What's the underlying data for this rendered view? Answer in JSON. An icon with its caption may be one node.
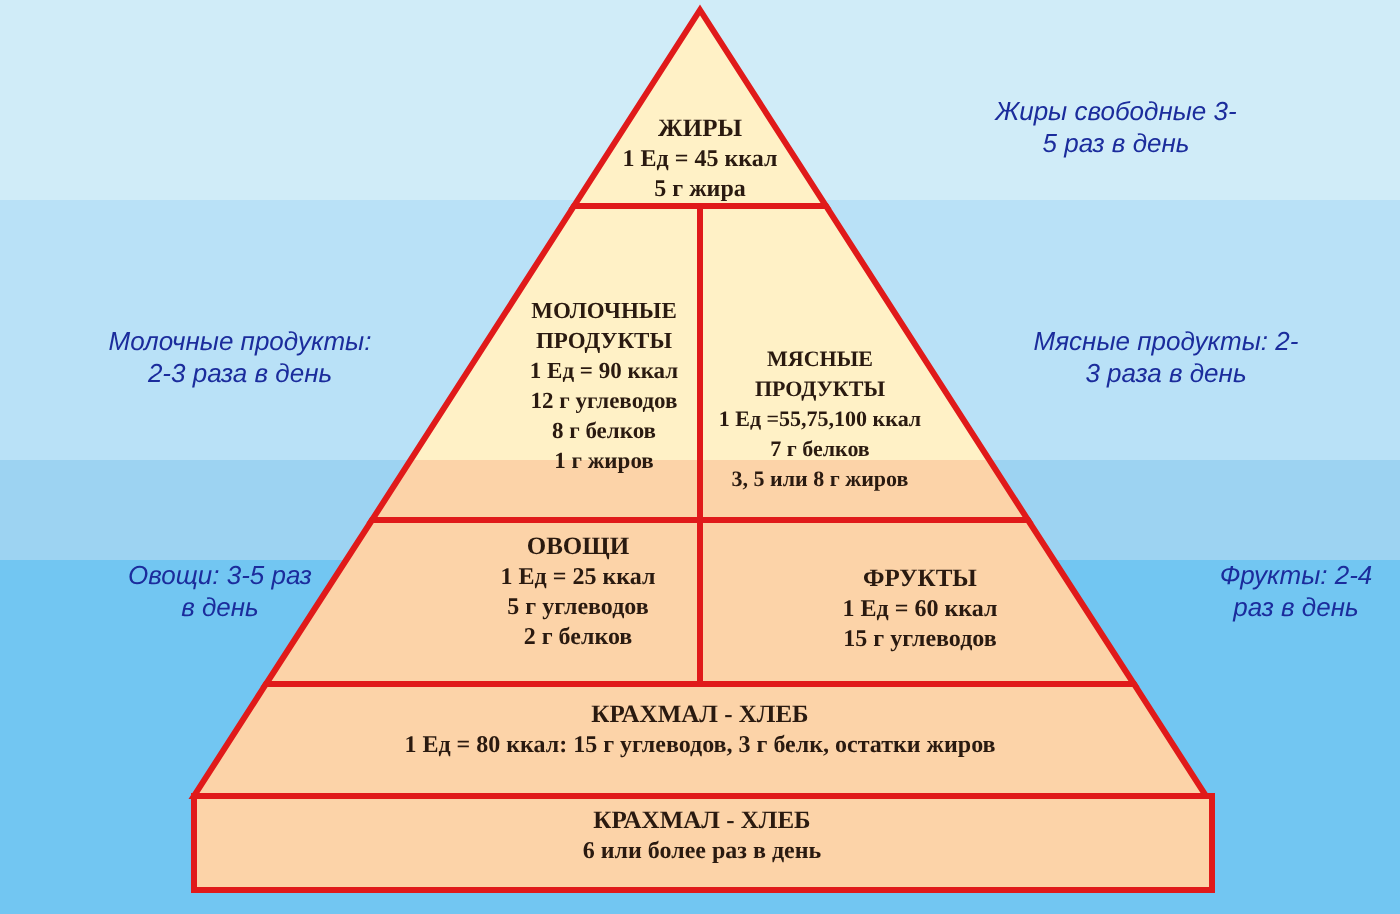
{
  "diagram": {
    "nodes": [
      {
        "text": [
          "ЖИРЫ",
          "1 Ед = 45 ккал",
          "5 г жира"
        ]
      },
      {
        "text": [
          "МОЛОЧНЫЕ ПРОДУКТЫ",
          "1 Ед = 90 ккал",
          "12 г углеводов",
          "8 г белков",
          "1 г жиров"
        ]
      },
      {
        "text": [
          "МЯСНЫЕ ПРОДУКТЫ",
          "1 Ед =55,75,100 ккал",
          "7 г белков",
          "3, 5 или 8 г жиров"
        ]
      },
      {
        "text": [
          "ОВОЩИ",
          "1 Ед = 25 ккал",
          "5 г углеводов",
          "2 г белков"
        ]
      },
      {
        "text": [
          "ФРУКТЫ",
          "1 Ед = 60 ккал",
          "15 г углеводов"
        ]
      },
      {
        "text": [
          "КРАХМАЛ - ХЛЕБ",
          "1 Ед = 80 ккал: 15 г углеводов, 3 г белк, остатки жиров"
        ]
      },
      {
        "text": [
          "КРАХМАЛ - ХЛЕБ",
          "6 или более раз в день"
        ]
      }
    ],
    "edges": [],
    "labels": [
      "Жиры свободные 3-5 раз в день",
      "Молочные продукты: 2-3 раза в день",
      "Мясные продукты: 2-3 раза в день",
      "Овощи: 3-5 раз в день",
      "Фрукты: 2-4 раз в день"
    ]
  }
}
